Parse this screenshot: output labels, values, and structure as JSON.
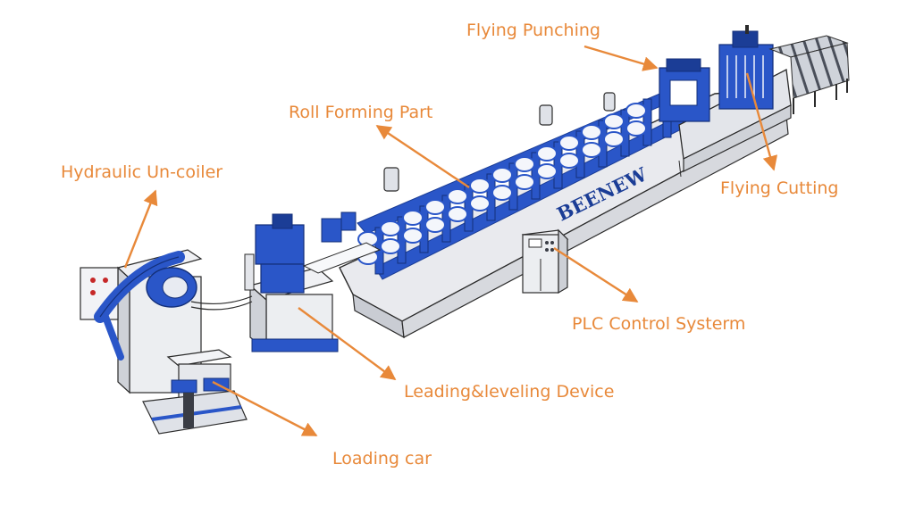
{
  "labels": {
    "flying_punching": "Flying Punching",
    "roll_forming": "Roll Forming Part",
    "hydraulic_uncoiler": "Hydraulic Un-coiler",
    "flying_cutting": "Flying Cutting",
    "plc_control": "PLC Control Systerm",
    "leading_leveling": "Leading&leveling Device",
    "loading_car": "Loading car"
  },
  "brand_text": "BEENEW",
  "colors": {
    "label": "#e8893a",
    "arrow": "#e8893a",
    "machine_blue": "#2a56c8",
    "machine_dark_blue": "#1b3d96",
    "frame_grey": "#e5e6ea",
    "outline": "#2b2b2b"
  }
}
